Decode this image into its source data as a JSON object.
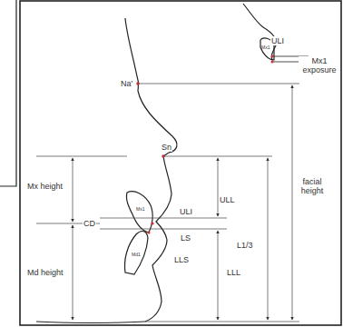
{
  "diagram": {
    "labels": [
      "ULI",
      "Mx1",
      "Mx1 exposure",
      "Na'",
      "Sn",
      "facial height",
      "Mx height",
      "ULL",
      "CD",
      "ULI",
      "LS",
      "Mx1",
      "Md1",
      "LLS",
      "L1/3",
      "LLL",
      "Md height"
    ]
  }
}
